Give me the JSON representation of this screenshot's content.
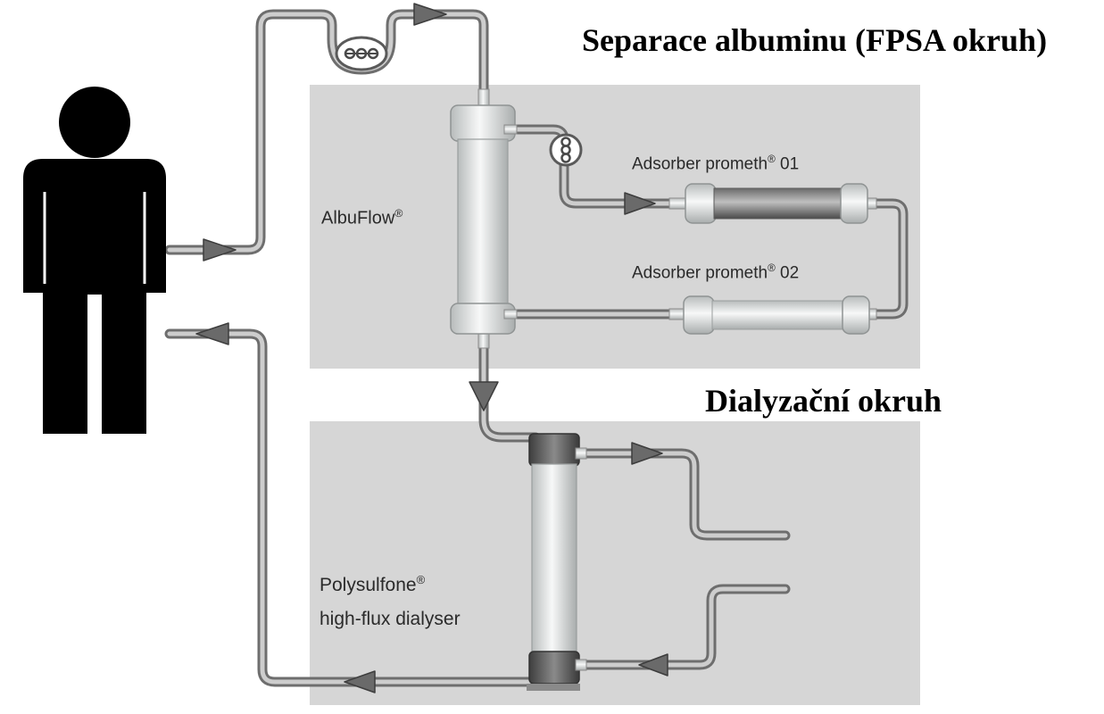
{
  "titles": {
    "albumin_circuit": "Separace albuminu (FPSA okruh)",
    "dialysis_circuit": "Dialyzační okruh"
  },
  "labels": {
    "albuflow": "AlbuFlow",
    "adsorber_01_name": "Adsorber prometh",
    "adsorber_01_num": "01",
    "adsorber_02_name": "Adsorber prometh",
    "adsorber_02_num": "02",
    "polysulfone": "Polysulfone",
    "dialyser": "high-flux dialyser",
    "registered_mark": "®"
  },
  "icons": {
    "patient": "person-silhouette-icon",
    "pump": "roller-pump-icon",
    "flow_arrow": "triangle-arrow-icon"
  },
  "colors": {
    "panel": "#d6d6d6",
    "tube_stroke": "#6e6e6e",
    "tube_fill": "#c9c9c9",
    "arrow": "#6a6a6a",
    "patient": "#000000",
    "cartridge_light": "#eef0f0",
    "cartridge_dark": "#5a5a5a"
  }
}
